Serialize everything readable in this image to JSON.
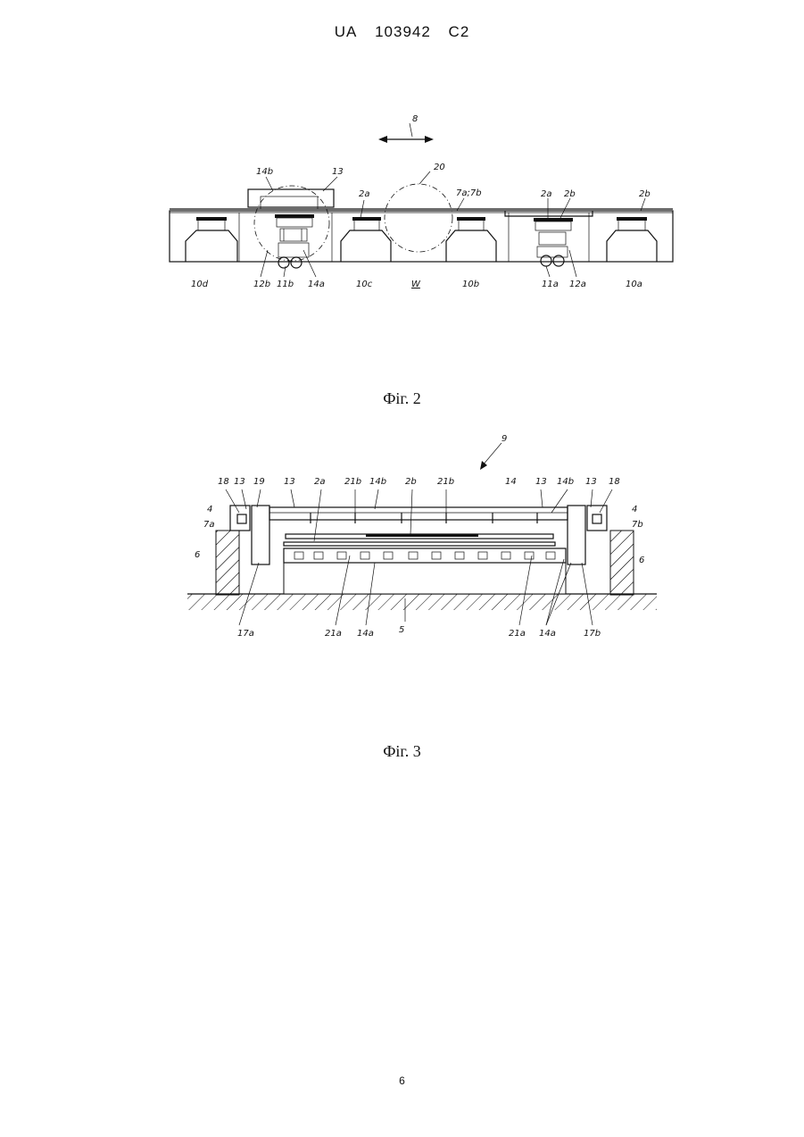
{
  "header": {
    "country": "UA",
    "number": "103942",
    "kind": "C2"
  },
  "fig2": {
    "caption": "Фіг. 2",
    "labels": {
      "arrow": "8",
      "circle": "20",
      "l14b": "14b",
      "l13": "13",
      "l2a_left": "2a",
      "l7a7b": "7a;7b",
      "l2a_right": "2a",
      "l2b_mid": "2b",
      "l2b_right": "2b",
      "l10d": "10d",
      "l12b": "12b",
      "l11b": "11b",
      "l14a": "14a",
      "l10c": "10c",
      "lW": "W",
      "l10b": "10b",
      "l11a": "11a",
      "l12a": "12a",
      "l10a": "10a"
    }
  },
  "fig3": {
    "caption": "Фіг. 3",
    "labels": {
      "l9": "9",
      "l18_left": "18",
      "l13_a": "13",
      "l19": "19",
      "l13_b": "13",
      "l2a": "2a",
      "l21b_a": "21b",
      "l14b_a": "14b",
      "l2b": "2b",
      "l21b_b": "21b",
      "l14": "14",
      "l13_c": "13",
      "l14b_b": "14b",
      "l13_d": "13",
      "l18_right": "18",
      "l4_left": "4",
      "l7a": "7a",
      "l6_left": "6",
      "l4_right": "4",
      "l7b": "7b",
      "l6_right": "6",
      "l17a": "17a",
      "l21a_a": "21a",
      "l14a_a": "14a",
      "l5": "5",
      "l21a_b": "21a",
      "l14a_b": "14a",
      "l17b": "17b"
    }
  },
  "page_number": "6"
}
